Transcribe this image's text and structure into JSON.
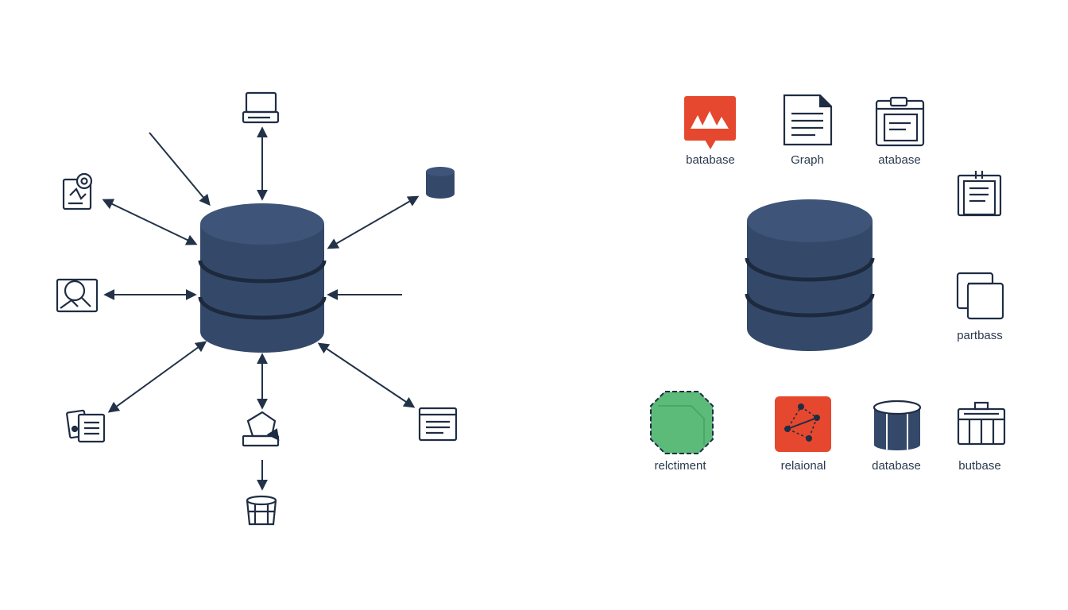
{
  "colors": {
    "navy": "#34496a",
    "ink": "#1f2d44",
    "arrow": "#233248",
    "red": "#e5482e",
    "green": "#5dbb7a",
    "background": "#ffffff"
  },
  "left_hub": {
    "icons": [
      "computer-icon",
      "database-icon",
      "settings-document-icon",
      "search-image-icon",
      "folder-document-icon",
      "documents-icon",
      "shield-icon",
      "drum-icon"
    ]
  },
  "right_panel": {
    "top_row": [
      {
        "label": "batabase",
        "icon": "mountain-logo-icon"
      },
      {
        "label": "Graph",
        "icon": "document-icon"
      },
      {
        "label": "atabase",
        "icon": "window-document-icon"
      }
    ],
    "side_column": [
      {
        "label": "",
        "icon": "notepad-icon"
      },
      {
        "label": "partbass",
        "icon": "overlapping-squares-icon"
      }
    ],
    "bottom_row": [
      {
        "label": "relctiment",
        "icon": "green-cube-icon"
      },
      {
        "label": "relaional",
        "icon": "graph-nodes-icon"
      },
      {
        "label": "database",
        "icon": "database-icon"
      },
      {
        "label": "butbase",
        "icon": "building-icon"
      }
    ]
  }
}
